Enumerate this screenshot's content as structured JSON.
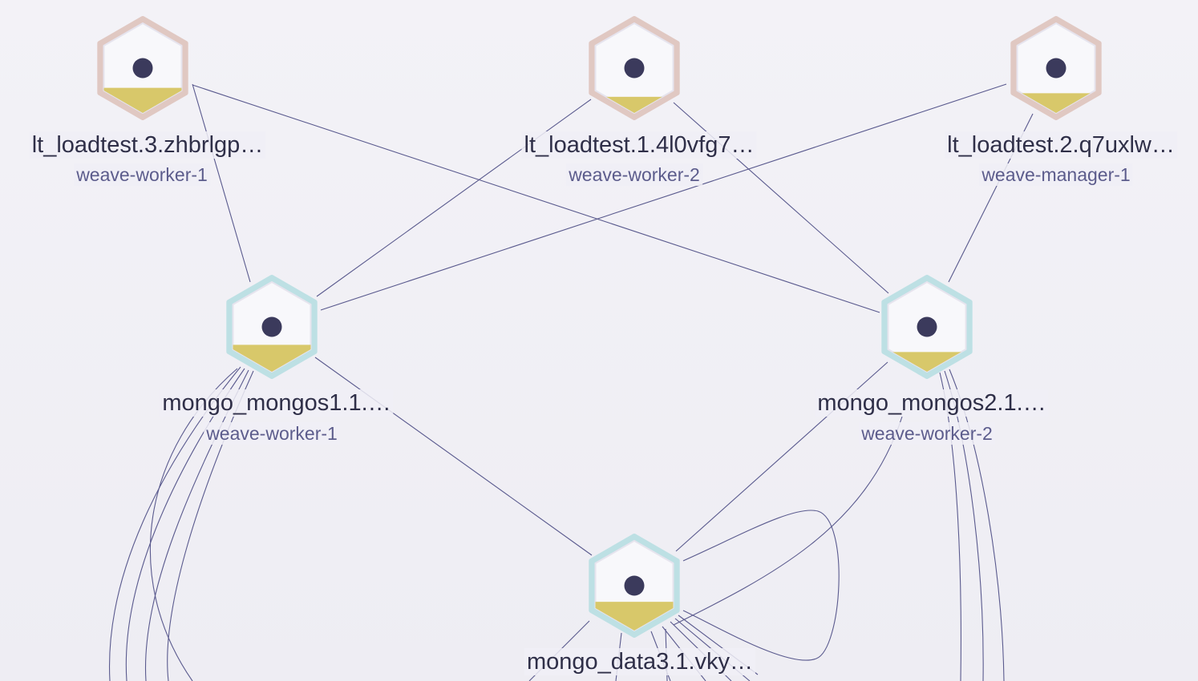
{
  "nodes": [
    {
      "id": "n1",
      "label": "lt_loadtest.3.zhbrlgp…",
      "sublabel": "weave-worker-1",
      "ring": "#e0c8c2",
      "fill": 0.28
    },
    {
      "id": "n2",
      "label": "lt_loadtest.1.4l0vfg7…",
      "sublabel": "weave-worker-2",
      "ring": "#e0c8c2",
      "fill": 0.18
    },
    {
      "id": "n3",
      "label": "lt_loadtest.2.q7uxlw…",
      "sublabel": "weave-manager-1",
      "ring": "#e0c8c2",
      "fill": 0.22
    },
    {
      "id": "n4",
      "label": "mongo_mongos1.1.…",
      "sublabel": "weave-worker-1",
      "ring": "#bde0e4",
      "fill": 0.3
    },
    {
      "id": "n5",
      "label": "mongo_mongos2.1.…",
      "sublabel": "weave-worker-2",
      "ring": "#bde0e4",
      "fill": 0.22
    },
    {
      "id": "n6",
      "label": "mongo_data3.1.vky…",
      "sublabel": "",
      "ring": "#bde0e4",
      "fill": 0.32
    }
  ],
  "colors": {
    "edge": "#5a5a8e",
    "dot": "#3b3a5c",
    "fill_bar": "#d8c86a",
    "node_face": "#f8f8fb"
  }
}
